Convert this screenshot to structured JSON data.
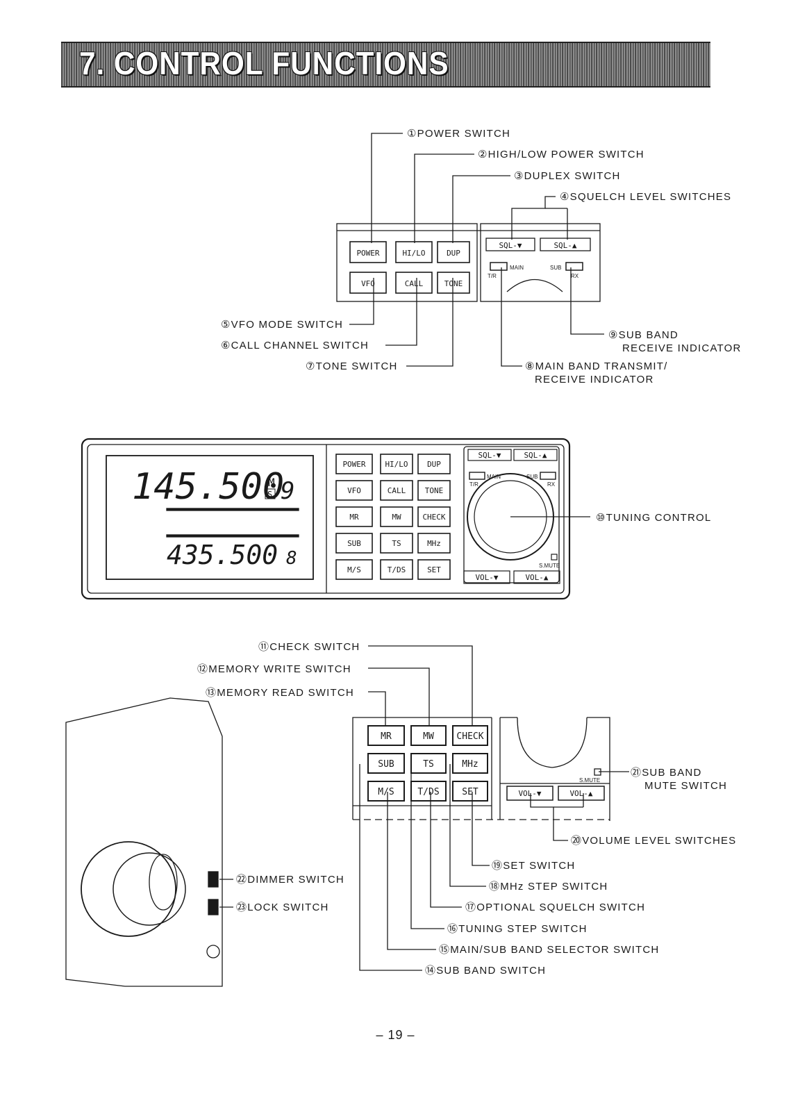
{
  "title": "7. CONTROL FUNCTIONS",
  "labels": {
    "l1": "①POWER SWITCH",
    "l2": "②HIGH/LOW POWER SWITCH",
    "l3": "③DUPLEX SWITCH",
    "l4": "④SQUELCH LEVEL SWITCHES",
    "l5": "⑤VFO MODE SWITCH",
    "l6": "⑥CALL CHANNEL SWITCH",
    "l7": "⑦TONE SWITCH",
    "l8a": "⑧MAIN BAND TRANSMIT/",
    "l8b": "RECEIVE INDICATOR",
    "l9a": "⑨SUB BAND",
    "l9b": "RECEIVE INDICATOR",
    "l10": "⑩TUNING CONTROL",
    "l11": "⑪CHECK SWITCH",
    "l12": "⑫MEMORY WRITE SWITCH",
    "l13": "⑬MEMORY READ SWITCH",
    "l14": "⑭SUB BAND SWITCH",
    "l15": "⑮MAIN/SUB BAND SELECTOR SWITCH",
    "l16": "⑯TUNING STEP SWITCH",
    "l17": "⑰OPTIONAL SQUELCH SWITCH",
    "l18": "⑱MHz STEP SWITCH",
    "l19": "⑲SET SWITCH",
    "l20": "⑳VOLUME LEVEL SWITCHES",
    "l21a": "㉑SUB BAND",
    "l21b": "MUTE SWITCH",
    "l22": "㉒DIMMER SWITCH",
    "l23": "㉓LOCK SWITCH"
  },
  "keys": {
    "power": "POWER",
    "hilo": "HI/LO",
    "dup": "DUP",
    "vfo": "VFO",
    "call": "CALL",
    "tone": "TONE",
    "mr": "MR",
    "mw": "MW",
    "check": "CHECK",
    "sub": "SUB",
    "ts": "TS",
    "mhz": "MHz",
    "ms": "M/S",
    "tds": "T/DS",
    "set": "SET",
    "sql_down": "SQL-▼",
    "sql_up": "SQL-▲",
    "vol_down": "VOL-▼",
    "vol_up": "VOL-▲",
    "main": "MAIN",
    "sub_ind": "SUB",
    "tr": "T/R",
    "rx": "RX",
    "smute": "S.MUTE"
  },
  "display": {
    "main_freq": "145.500",
    "main_m": "M",
    "main_s": "S",
    "main_ch": "9",
    "sub_freq": "435.500",
    "sub_ch": "8"
  },
  "page_number": "– 19 –"
}
